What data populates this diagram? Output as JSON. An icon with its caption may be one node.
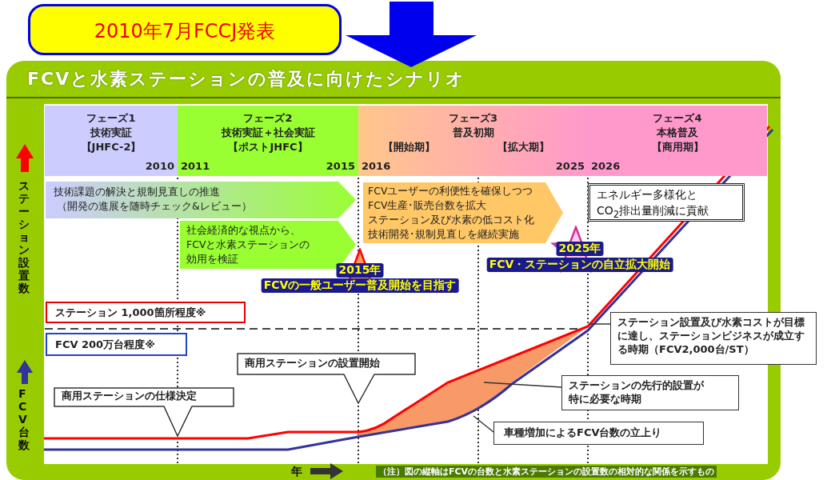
{
  "diagram": {
    "title": "FCVと水素ステーションの普及に向けたシナリオ",
    "nodes": [
      {
        "text": [
          "2010年7月FCCJ発表"
        ]
      },
      {
        "text": [
          "フェーズ1",
          "技術実証",
          "【JHFC-2】",
          "2010"
        ]
      },
      {
        "text": [
          "フェーズ2",
          "技術実証＋社会実証",
          "【ポストJHFC】",
          "2011",
          "2015"
        ]
      },
      {
        "text": [
          "フェーズ3",
          "普及初期",
          "【開始期】",
          "【拡大期】",
          "2016",
          "2025"
        ]
      },
      {
        "text": [
          "フェーズ4",
          "本格普及",
          "【商用期】",
          "2026"
        ]
      },
      {
        "text": [
          "技術課題の解決と規制見直しの推進",
          "（開発の進展を随時チェック&レビュー）"
        ]
      },
      {
        "text": [
          "社会経済的な視点から、",
          "FCVと水素ステーションの",
          "効用を検証"
        ]
      },
      {
        "text": [
          "FCVユーザーの利便性を確保しつつ",
          "FCV生産･販売台数を拡大",
          "ステーション及び水素の低コスト化",
          "技術開発･規制見直しを継続実施"
        ]
      },
      {
        "text": [
          "エネルギー多様化と",
          "CO$_{2}$排出量削減に貢献"
        ]
      },
      {
        "text": [
          "2015年",
          "FCVの一般ユーザー普及開始を目指す"
        ]
      },
      {
        "text": [
          "2025年",
          "FCV・ステーションの自立拡大開始"
        ]
      },
      {
        "text": [
          "ステーション 1,000箇所程度※"
        ]
      },
      {
        "text": [
          "FCV 200万台程度※"
        ]
      },
      {
        "text": [
          "商用ステーションの仕様決定"
        ]
      },
      {
        "text": [
          "商用ステーションの設置開始"
        ]
      },
      {
        "text": [
          "ステーション設置及び水素コストが目標に達し、ステーションビジネスが成立する時期（FCV2,000台/ST）"
        ]
      },
      {
        "text": [
          "ステーションの先行的設置が特に必要な時期"
        ]
      },
      {
        "text": [
          "車種増加によるFCV台数の立上り"
        ]
      }
    ],
    "edges": [
      {
        "from": 15,
        "to": null,
        "arrow": "none"
      },
      {
        "from": 16,
        "to": null,
        "arrow": "none"
      },
      {
        "from": 17,
        "to": null,
        "arrow": "none"
      }
    ],
    "labels": [
      "ステーション設置数",
      "FCV台数",
      "年",
      "（注）図の縦軸はFCVの台数と水素ステーションの設置数の相対的な関係を示すもの"
    ]
  }
}
